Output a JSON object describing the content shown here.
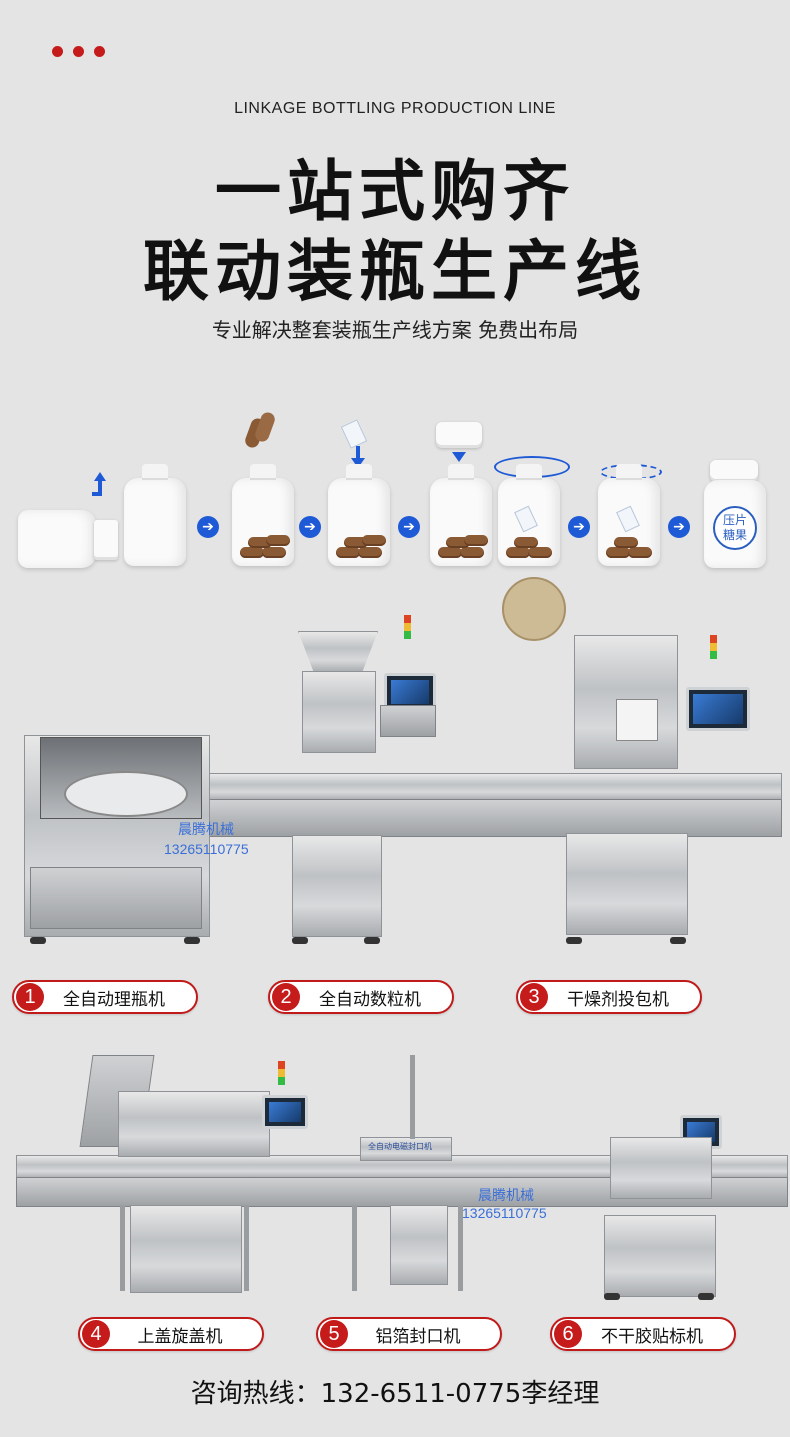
{
  "header": {
    "subtitle_en": "LINKAGE BOTTLING PRODUCTION LINE",
    "title_line1": "一站式购齐",
    "title_line2": "联动装瓶生产线",
    "tagline": "专业解决整套装瓶生产线方案 免费出布局"
  },
  "process": {
    "label_text": "压片糖果"
  },
  "watermarks": {
    "brand": "晨腾机械",
    "phone": "13265110775",
    "machine_plate": "全自动电磁封口机"
  },
  "machines": [
    {
      "number": "1",
      "label": "全自动理瓶机"
    },
    {
      "number": "2",
      "label": "全自动数粒机"
    },
    {
      "number": "3",
      "label": "干燥剂投包机"
    },
    {
      "number": "4",
      "label": "上盖旋盖机"
    },
    {
      "number": "5",
      "label": "铝箔封口机"
    },
    {
      "number": "6",
      "label": "不干胶贴标机"
    }
  ],
  "footer": {
    "hotline": "咨询热线：132-6511-0775李经理"
  },
  "colors": {
    "accent_red": "#c51b1b",
    "arrow_blue": "#1f5ad6",
    "background": "#e4e4e4"
  }
}
